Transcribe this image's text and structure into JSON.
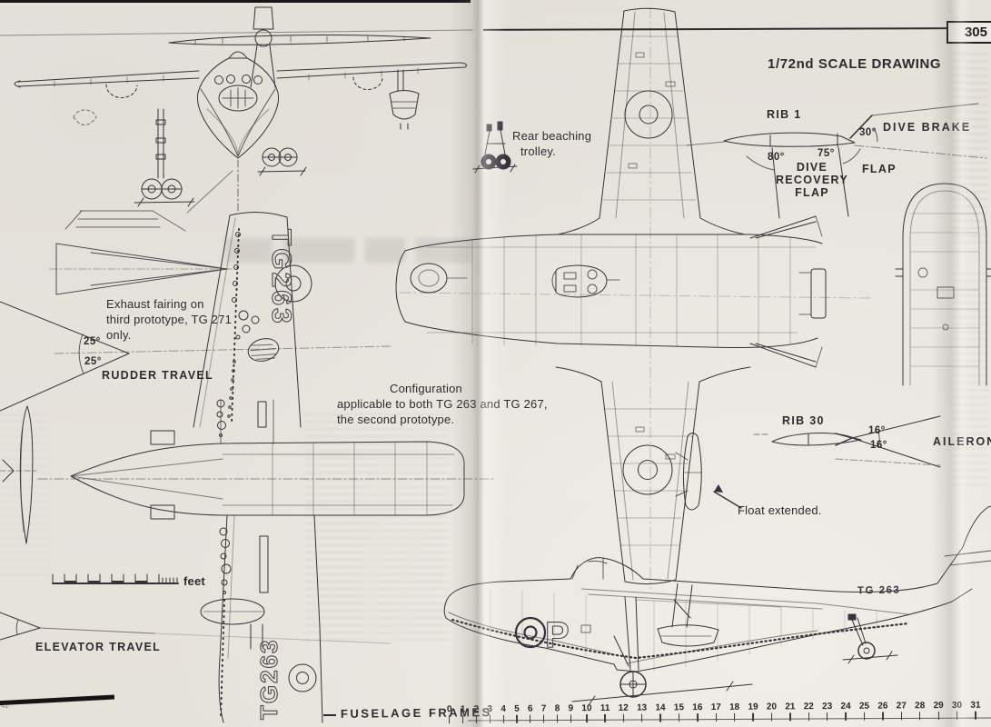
{
  "page": {
    "number": "305",
    "corner_code": "42"
  },
  "header": {
    "scale_note": "1/72nd SCALE DRAWING"
  },
  "airfoil_rib1": {
    "rib_label": "RIB 1",
    "dive_brake": "DIVE BRAKE",
    "brake_angle": "30°",
    "recovery_angle": "80°",
    "flap_angle": "75°",
    "recovery_flap_lines": [
      "DIVE",
      "RECOVERY",
      "FLAP"
    ],
    "flap": "FLAP"
  },
  "trolley_note": {
    "lines": [
      "Rear beaching",
      "trolley."
    ]
  },
  "exhaust_note": {
    "lines": [
      "Exhaust fairing on",
      "third prototype, TG 271",
      "only."
    ]
  },
  "rudder": {
    "angle_upper": "25°",
    "angle_lower": "25°",
    "label": "RUDDER TRAVEL"
  },
  "config_note": {
    "lines": [
      "Configuration",
      "applicable to both  TG 263 and TG 267,",
      "the second prototype."
    ]
  },
  "rib30": {
    "rib_label": "RIB 30",
    "angle_up": "16°",
    "angle_down": "16°",
    "aileron_label": "AILERON T"
  },
  "float_note": {
    "label": "Float extended."
  },
  "scalebar": {
    "unit": "feet"
  },
  "elevator": {
    "label": "ELEVATOR TRAVEL"
  },
  "serials": {
    "fin_upper": "TG263",
    "fin_lower": "TG263",
    "fuselage": "TG 263",
    "code_letter": "P"
  },
  "footer": {
    "frames_label": "FUSELAGE FRAMES",
    "frames": [
      "0",
      "1",
      "2",
      "3",
      "4",
      "5",
      "6",
      "7",
      "8",
      "9",
      "10",
      "11",
      "12",
      "13",
      "14",
      "15",
      "16",
      "17",
      "18",
      "19",
      "20",
      "21",
      "22",
      "23",
      "24",
      "25",
      "26",
      "27",
      "28",
      "29",
      "30",
      "31"
    ]
  },
  "colors": {
    "paper": "#e7e4dd",
    "ink": "#34333b",
    "page_edge": "#17171a"
  }
}
